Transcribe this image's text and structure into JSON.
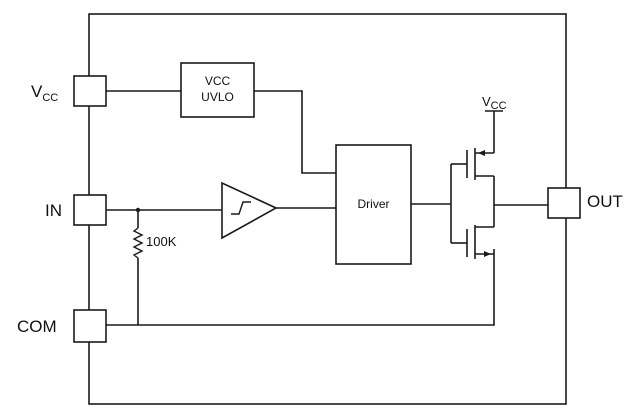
{
  "pins": {
    "vcc": {
      "main": "V",
      "sub": "CC"
    },
    "in": "IN",
    "com": "COM",
    "out": "OUT"
  },
  "blocks": {
    "uvlo_line1": "VCC",
    "uvlo_line2": "UVLO",
    "driver": "Driver"
  },
  "components": {
    "resistor_value": "100K",
    "supply_main": "V",
    "supply_sub": "CC"
  }
}
